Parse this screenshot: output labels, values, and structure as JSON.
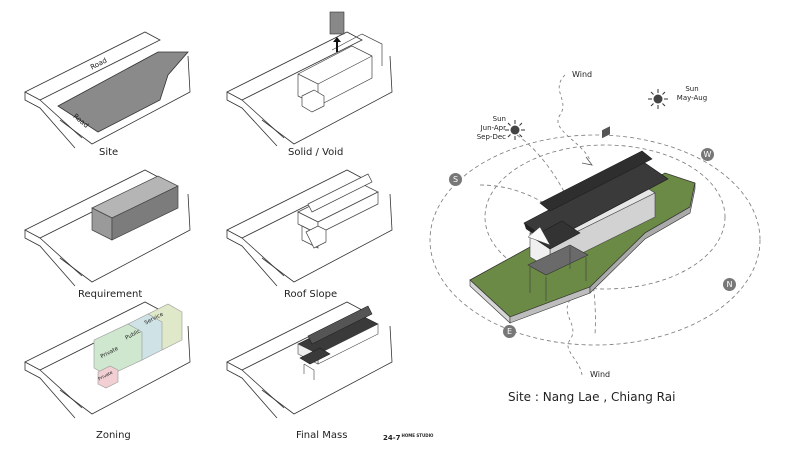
{
  "diagrams": {
    "site": {
      "caption": "Site",
      "road_label_top": "Road",
      "road_label_bottom": "Road"
    },
    "solid_void": {
      "caption": "Solid / Void"
    },
    "requirement": {
      "caption": "Requirement"
    },
    "roof_slope": {
      "caption": "Roof Slope"
    },
    "zoning": {
      "caption": "Zoning",
      "zones": [
        "Service",
        "Public",
        "Private",
        "Private"
      ]
    },
    "final_mass": {
      "caption": "Final Mass"
    }
  },
  "site_plan": {
    "title": "Site : Nang Lae , Chiang Rai",
    "wind_top": "Wind",
    "wind_bottom": "Wind",
    "sun_left": [
      "Sun",
      "Jun-Apr",
      "Sep-Dec"
    ],
    "sun_right": [
      "Sun",
      "May-Aug"
    ],
    "compass": [
      "S",
      "W",
      "N",
      "E"
    ]
  },
  "brand": {
    "name": "24-7",
    "sub": "HOME STUDIO"
  },
  "colors": {
    "site_gray": "#8a8a8a",
    "roof": "#3a3a3a",
    "grass": "#6b8a45",
    "zone_service": "#dfe8c8",
    "zone_public": "#cfe3e6",
    "zone_private": "#cfe6cf",
    "zone_private2": "#f1cfd2"
  }
}
